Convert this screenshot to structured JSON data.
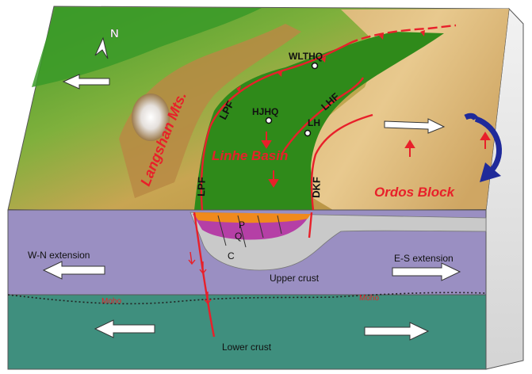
{
  "labels": {
    "north": "N",
    "langshan": "Langshan Mts.",
    "linhe_basin": "Linhe Basin",
    "ordos_block": "Ordos Block",
    "wlthq": "WLTHQ",
    "hjhq": "HJHQ",
    "lh": "LH",
    "lpf_upper": "LPF",
    "lpf_lower": "LPF",
    "lhf": "LHF",
    "dkf": "DKF",
    "layer_p": "P",
    "layer_q": "Q",
    "layer_c": "C",
    "wn_extension": "W-N extension",
    "es_extension": "E-S extension",
    "upper_crust": "Upper crust",
    "moho_left": "Moho",
    "moho_right": "Moho",
    "lower_crust": "Lower crust"
  },
  "colors": {
    "fault_red": "#e8202a",
    "upper_crust": "#9a8fc2",
    "lower_crust": "#3f8f7e",
    "basin_green": "#2f8a1a",
    "rotation_arrow": "#1f2a9a",
    "sediment_orange": "#f08a1c",
    "sediment_purple": "#b53fa6",
    "sediment_gray": "#c9c9c9"
  },
  "icons": {
    "north_arrow": "north-arrow-icon",
    "rotation": "clockwise-rotation-icon",
    "extension_arrows": "hollow-arrow-icon",
    "town_marker": "circle-dot-icon"
  }
}
